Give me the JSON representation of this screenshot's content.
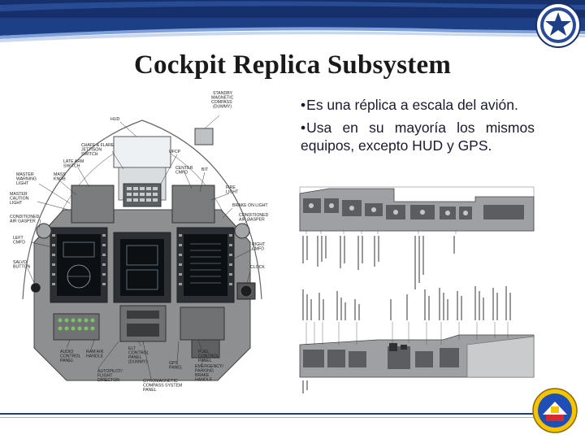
{
  "title": "Cockpit Replica Subsystem",
  "bullets": [
    {
      "marker": "•",
      "text": "Es una réplica a escala del avión."
    },
    {
      "marker": "•",
      "text": "Usa en su mayoría los mismos equipos, excepto HUD y GPS."
    }
  ],
  "cockpit_labels": {
    "standby_compass": "STANDBY MAGNETIC COMPASS (DUMMY)",
    "hud": "HUD",
    "chaff_flare": "CHAFF & FLARE JETTISON SWITCH",
    "late_arm": "LATE ARM SWITCH",
    "mass_knob": "MASS KNOB",
    "master_warning": "MASTER WARNING LIGHT",
    "master_caution": "MASTER CAUTION LIGHT",
    "air_gasper": "CONDITIONED AIR GASPER",
    "left_cmfd": "LEFT CMFD",
    "salvo": "SALVO BUTTON",
    "ufcp": "UFCP",
    "center_cmfd": "CENTER CMFD",
    "bit": "BIT",
    "fire_light": "FIRE LIGHT",
    "brake_on": "BRAKE ON LIGHT",
    "cond_air_right": "CONDITIONED AIR GASPER",
    "right_cmfd": "RIGHT CMFD",
    "clock": "CLOCK",
    "audio_panel": "AUDIO CONTROL PANEL",
    "ram_air": "RAM AIR HANDLE",
    "autopilot": "AUTOPILOT/ FLIGHT DIRECTOR",
    "elt": "ELT CONTROL PANEL (DUMMY)",
    "gps_panel": "GPS PANEL",
    "gyro": "GYROMAGNETIC COMPASS SYSTEM PANEL",
    "fuel_panel": "FUEL CONTROL PANEL",
    "emergency_brake": "EMERGENCY/ PARKING BRAKE HANDLE"
  },
  "colors": {
    "topbar_dark": "#15306a",
    "topbar_mid": "#2f59a8",
    "title": "#1a1a1a",
    "bullet_text": "#1a1a2e"
  },
  "icons": [
    "star-emblem-icon",
    "institution-emblem-icon"
  ]
}
